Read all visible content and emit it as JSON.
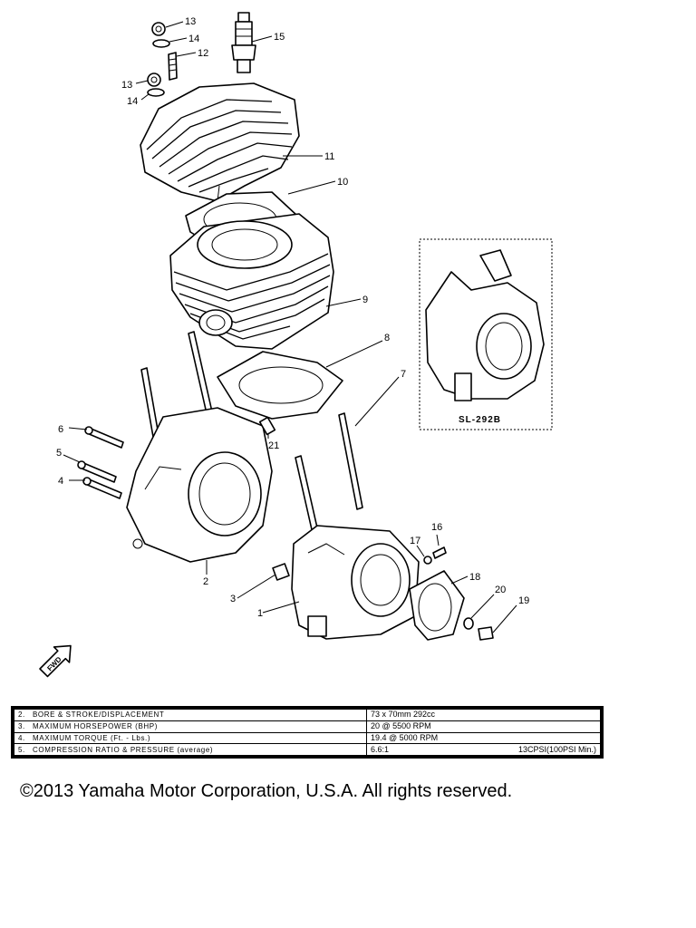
{
  "callouts": [
    {
      "label": "13"
    },
    {
      "label": "14"
    },
    {
      "label": "12"
    },
    {
      "label": "15"
    },
    {
      "label": "13"
    },
    {
      "label": "14"
    },
    {
      "label": "11"
    },
    {
      "label": "10"
    },
    {
      "label": "9"
    },
    {
      "label": "8"
    },
    {
      "label": "7"
    },
    {
      "label": "6"
    },
    {
      "label": "5"
    },
    {
      "label": "4"
    },
    {
      "label": "21"
    },
    {
      "label": "2"
    },
    {
      "label": "3"
    },
    {
      "label": "1"
    },
    {
      "label": "17"
    },
    {
      "label": "16"
    },
    {
      "label": "18"
    },
    {
      "label": "20"
    },
    {
      "label": "19"
    }
  ],
  "inset": {
    "label": "SL-292B"
  },
  "fwd_label": "FWD",
  "specs": [
    {
      "num": "2.",
      "label": "BORE & STROKE/DISPLACEMENT",
      "value": "73 x 70mm 292cc",
      "extra": ""
    },
    {
      "num": "3.",
      "label": "MAXIMUM HORSEPOWER (BHP)",
      "value": "20 @ 5500 RPM",
      "extra": ""
    },
    {
      "num": "4.",
      "label": "MAXIMUM TORQUE (Ft. - Lbs.)",
      "value": "19.4 @ 5000 RPM",
      "extra": ""
    },
    {
      "num": "5.",
      "label": "COMPRESSION RATIO & PRESSURE (average)",
      "value": "6.6:1",
      "extra": "13CPSI(100PSI Min.)"
    }
  ],
  "copyright": "©2013 Yamaha Motor Corporation, U.S.A. All rights reserved."
}
